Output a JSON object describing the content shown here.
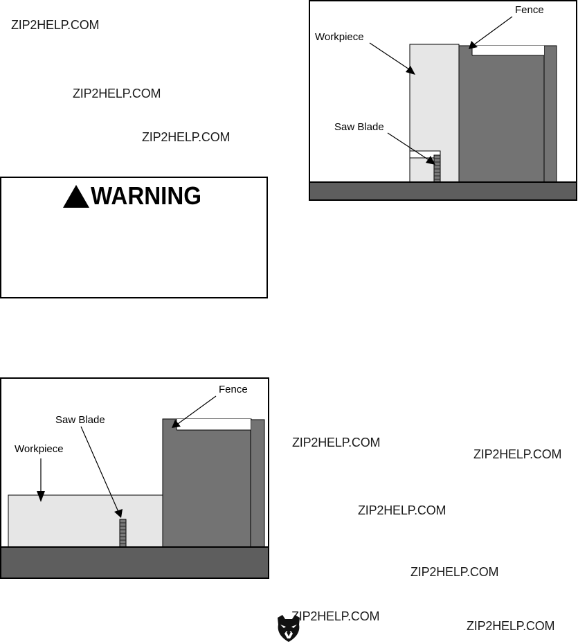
{
  "watermarks": [
    "ZIP2HELP.COM",
    "ZIP2HELP.COM",
    "ZIP2HELP.COM",
    "ZIP2HELP.COM",
    "ZIP2HELP.COM",
    "ZIP2HELP.COM",
    "ZIP2HELP.COM",
    "ZIP2HELP.COM",
    "ZIP2HELP.COM"
  ],
  "warning": {
    "title": "WARNING",
    "icon": "warning-triangle-icon"
  },
  "figure_top": {
    "labels": {
      "fence": "Fence",
      "workpiece": "Workpiece",
      "saw_blade": "Saw Blade"
    }
  },
  "figure_bottom": {
    "labels": {
      "fence": "Fence",
      "saw_blade": "Saw Blade",
      "workpiece": "Workpiece"
    }
  },
  "logo": {
    "icon": "bear-head-logo-icon"
  },
  "colors": {
    "table": "#5e5e5e",
    "fence": "#737373",
    "workpiece": "#e6e6e6",
    "outline": "#000000"
  }
}
